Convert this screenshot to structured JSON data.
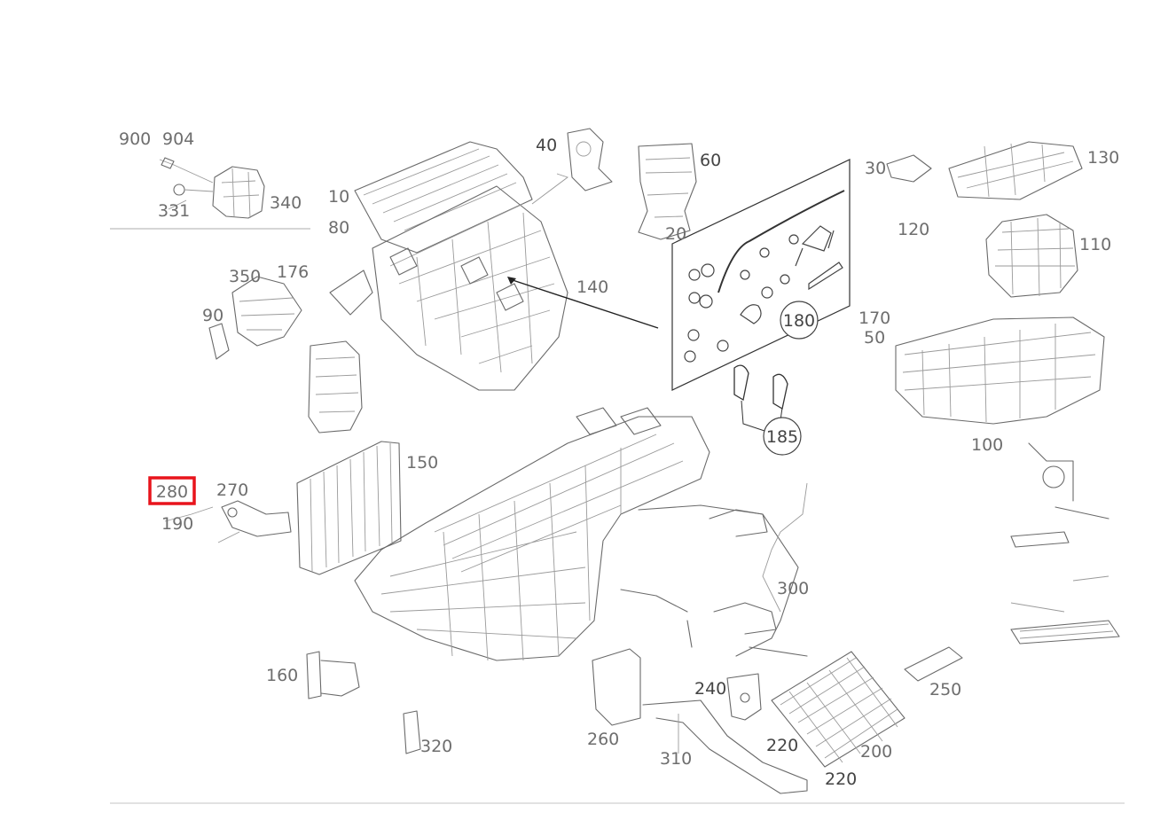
{
  "callouts": [
    {
      "id": "c-900",
      "label": "900"
    },
    {
      "id": "c-904",
      "label": "904"
    },
    {
      "id": "c-331",
      "label": "331"
    },
    {
      "id": "c-340",
      "label": "340"
    },
    {
      "id": "c-10",
      "label": "10"
    },
    {
      "id": "c-80",
      "label": "80"
    },
    {
      "id": "c-40",
      "label": "40"
    },
    {
      "id": "c-60",
      "label": "60"
    },
    {
      "id": "c-20",
      "label": "20"
    },
    {
      "id": "c-350",
      "label": "350"
    },
    {
      "id": "c-176",
      "label": "176"
    },
    {
      "id": "c-90",
      "label": "90"
    },
    {
      "id": "c-140",
      "label": "140"
    },
    {
      "id": "c-130",
      "label": "130"
    },
    {
      "id": "c-30",
      "label": "30"
    },
    {
      "id": "c-120",
      "label": "120"
    },
    {
      "id": "c-110",
      "label": "110"
    },
    {
      "id": "c-170",
      "label": "170"
    },
    {
      "id": "c-50",
      "label": "50"
    },
    {
      "id": "c-100",
      "label": "100"
    },
    {
      "id": "c-150",
      "label": "150"
    },
    {
      "id": "c-280",
      "label": "280"
    },
    {
      "id": "c-270",
      "label": "270"
    },
    {
      "id": "c-190",
      "label": "190"
    },
    {
      "id": "c-300",
      "label": "300"
    },
    {
      "id": "c-160",
      "label": "160"
    },
    {
      "id": "c-240",
      "label": "240"
    },
    {
      "id": "c-250",
      "label": "250"
    },
    {
      "id": "c-220a",
      "label": "220"
    },
    {
      "id": "c-220b",
      "label": "220"
    },
    {
      "id": "c-200",
      "label": "200"
    },
    {
      "id": "c-320",
      "label": "320"
    },
    {
      "id": "c-260",
      "label": "260"
    },
    {
      "id": "c-310",
      "label": "310"
    }
  ],
  "detail_panel": {
    "callout_180": "180",
    "callout_185": "185"
  },
  "highlight": {
    "label": "280",
    "color": "#e8141c"
  }
}
